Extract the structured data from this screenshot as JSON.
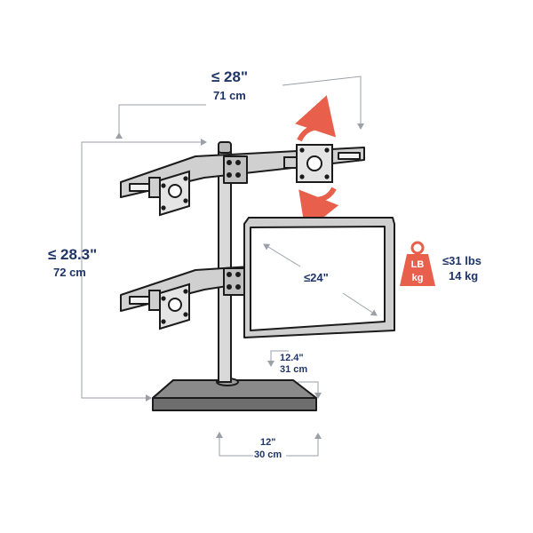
{
  "dimensions": {
    "reach": {
      "imperial": "≤ 28\"",
      "metric": "71 cm"
    },
    "height": {
      "imperial": "≤ 28.3\"",
      "metric": "72 cm"
    },
    "screen_size": {
      "imperial": "≤24\""
    },
    "weight": {
      "imperial": "≤31 lbs",
      "metric": "14 kg"
    },
    "base_depth": {
      "imperial": "12.4\"",
      "metric": "31 cm"
    },
    "base_width": {
      "imperial": "12\"",
      "metric": "30 cm"
    }
  },
  "weight_icon": {
    "name": "weight-icon",
    "top_text": "LB",
    "bottom_text": "kg",
    "color": "#e8604c"
  },
  "rotate_icon": {
    "name": "rotate-arrows-icon",
    "color": "#e8604c"
  },
  "colors": {
    "line": "#1b1b1b",
    "dimension": "#9aa0a8",
    "text": "#1f3566",
    "accent": "#e8604c"
  }
}
